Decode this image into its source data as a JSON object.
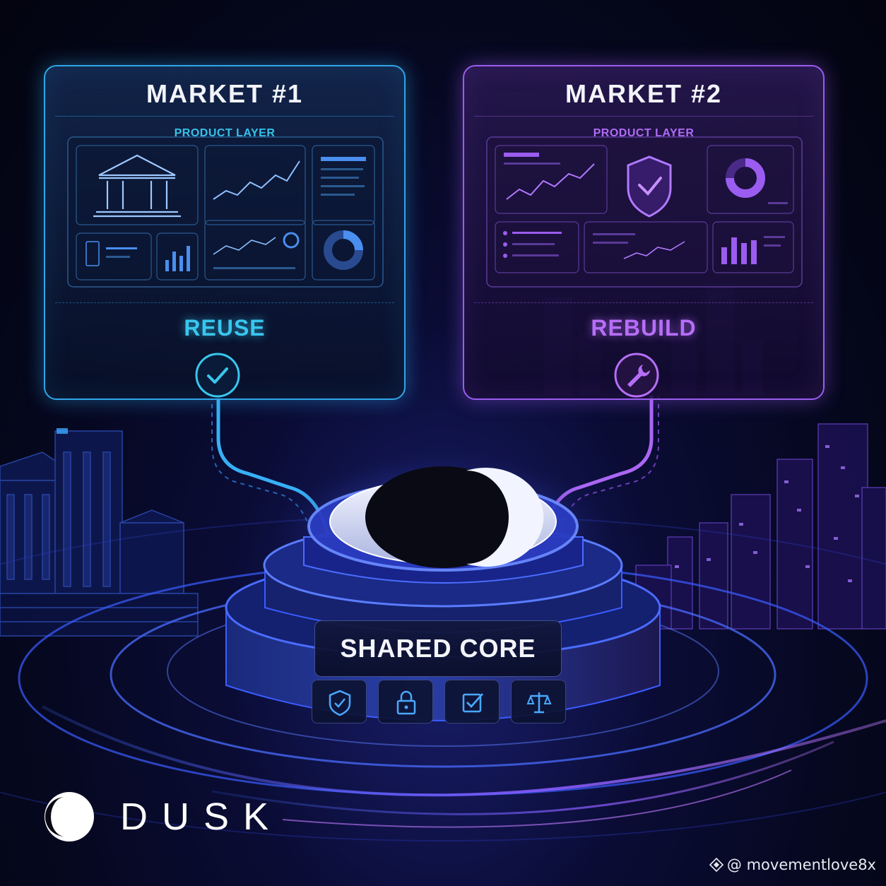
{
  "markets": [
    {
      "title": "MARKET #1",
      "layer_label": "PRODUCT LAYER",
      "action": "REUSE",
      "action_icon": "check-circle-icon",
      "accent": "#2fa6e8"
    },
    {
      "title": "MARKET #2",
      "layer_label": "PRODUCT LAYER",
      "action": "REBUILD",
      "action_icon": "wrench-icon",
      "accent": "#9b5cf0"
    }
  ],
  "core": {
    "label": "SHARED CORE",
    "icons": [
      "shield-check-icon",
      "padlock-icon",
      "checkbox-icon",
      "scales-icon"
    ]
  },
  "brand": {
    "name": "DUSK",
    "logo_icon": "dusk-crescent-logo"
  },
  "watermark": {
    "handle": "@ movementlove8x",
    "icon": "binance-diamond-icon"
  },
  "colors": {
    "cyan": "#2fa6e8",
    "purple": "#9b5cf0",
    "background": "#05071c"
  }
}
